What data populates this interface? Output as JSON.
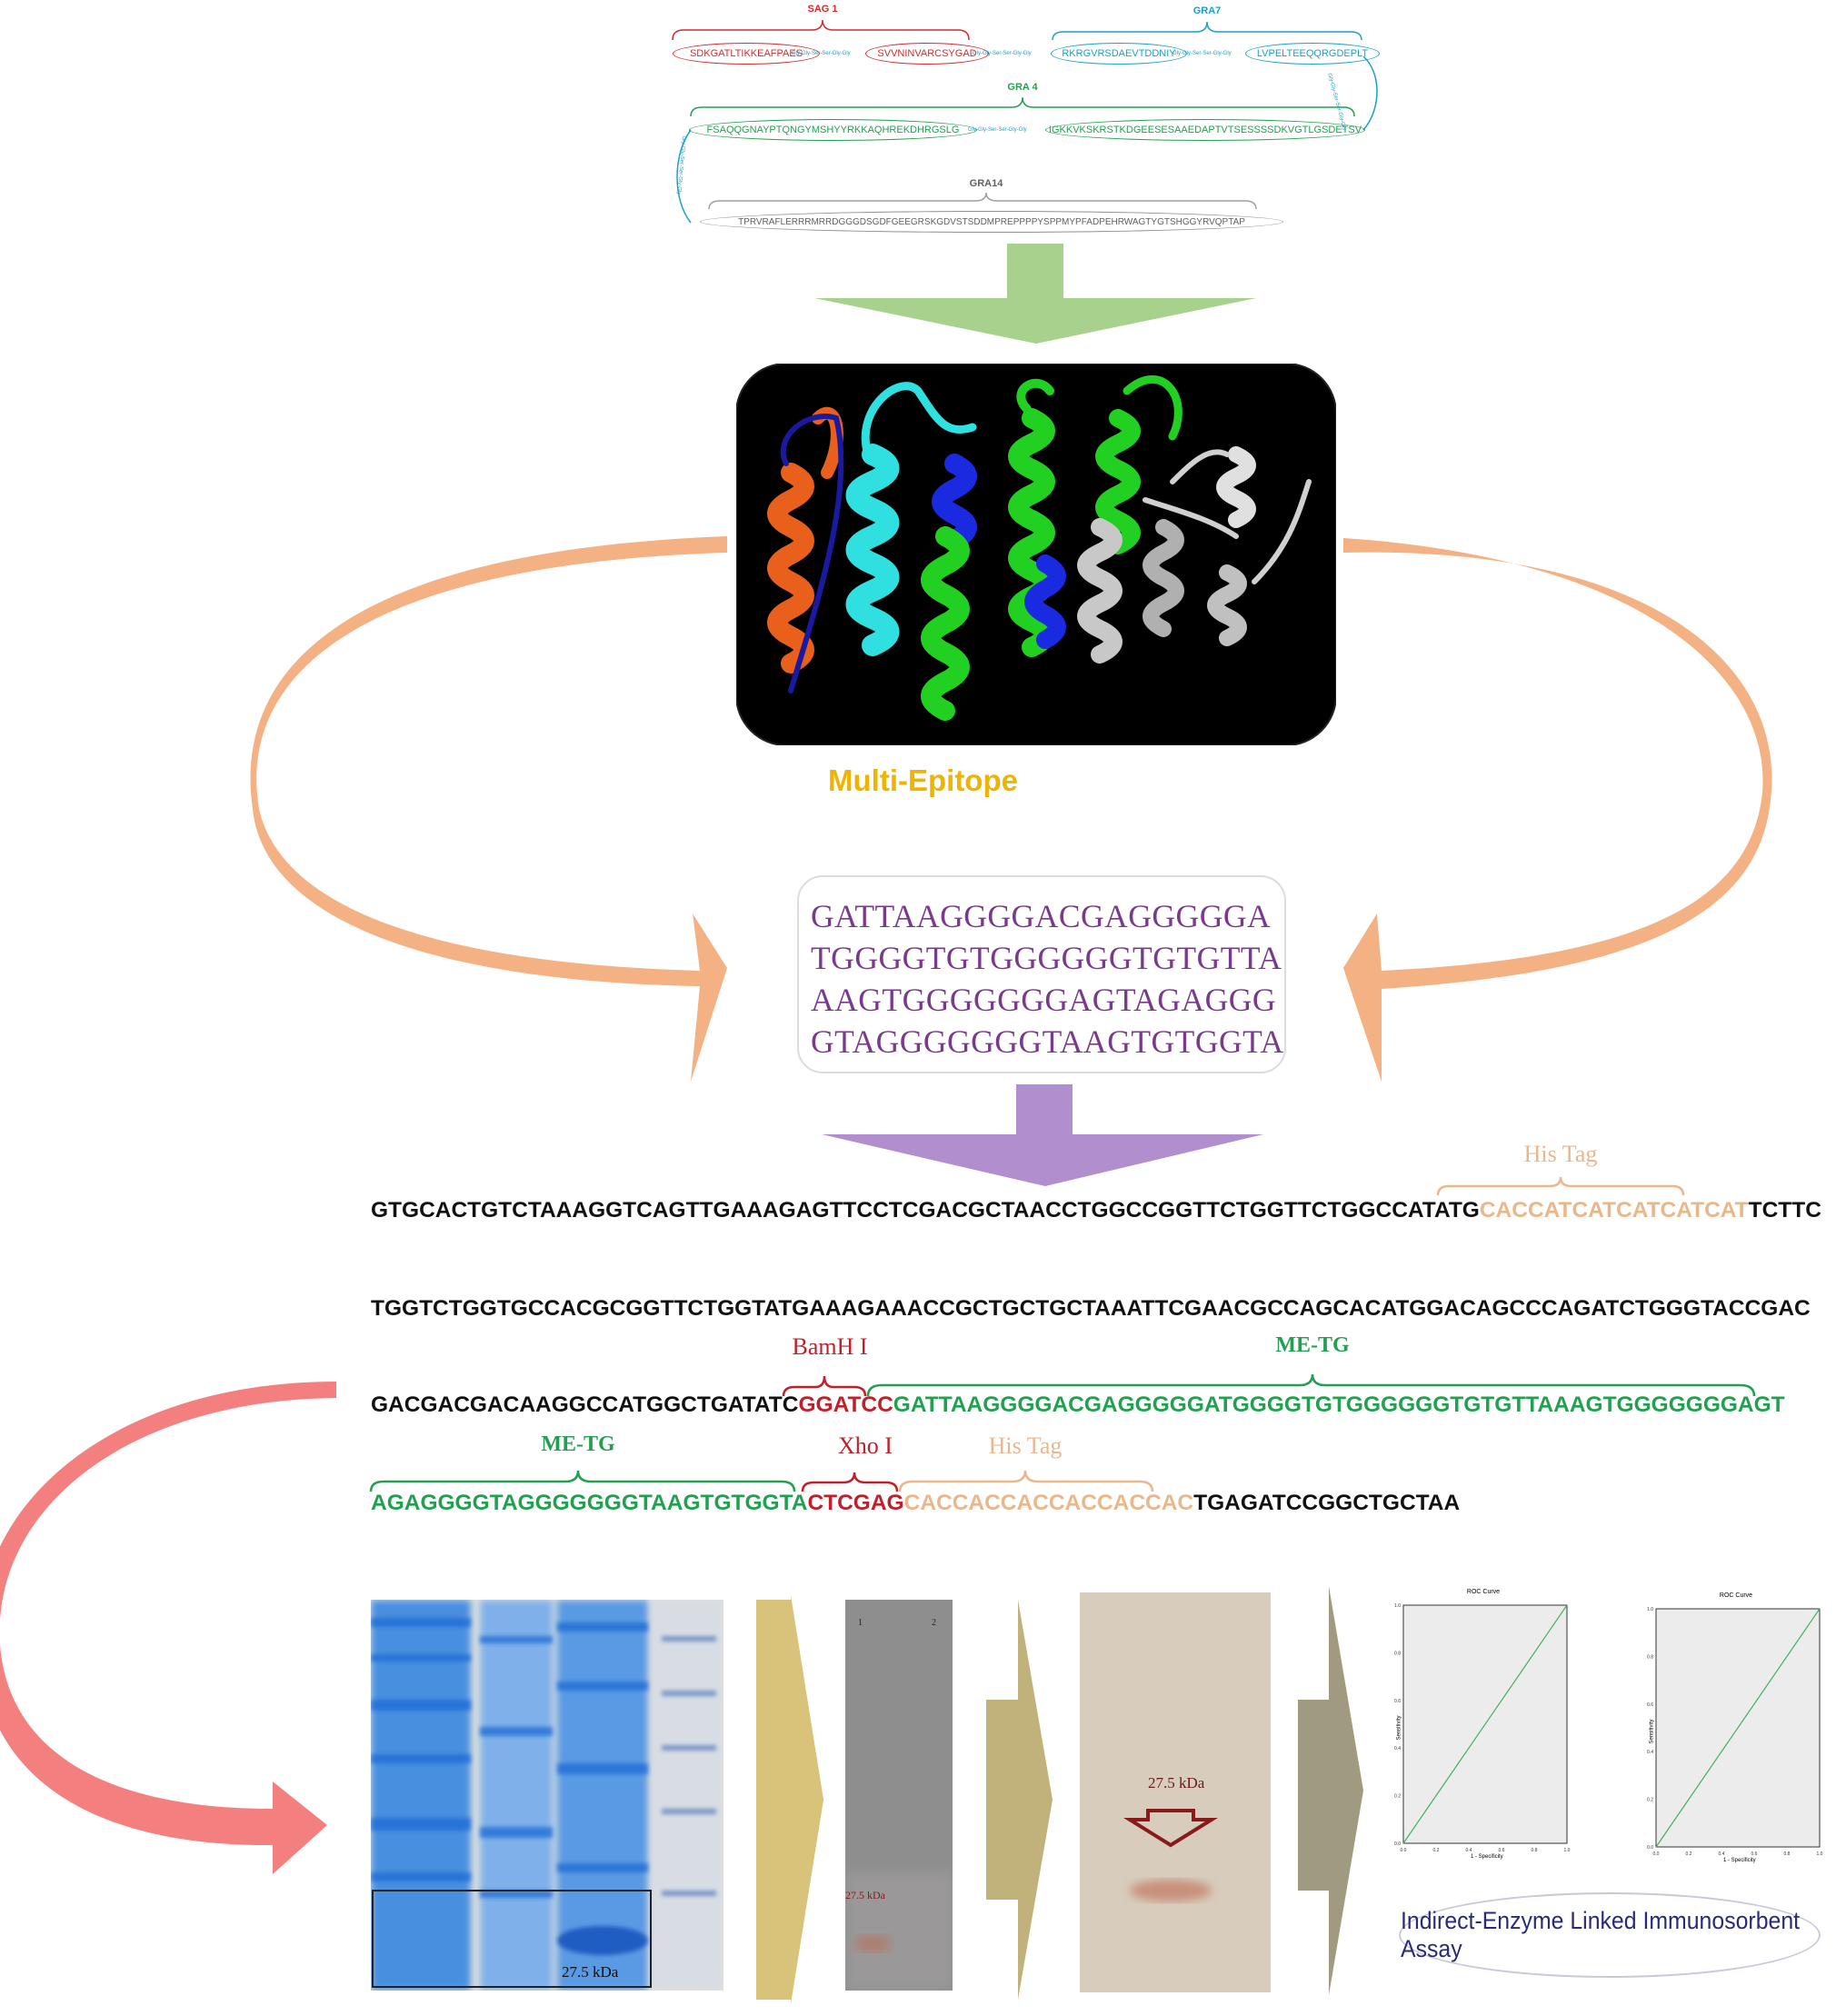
{
  "peptide_map": {
    "segments": [
      {
        "name": "SAG 1",
        "color": "#d42a2a"
      },
      {
        "name": "GRA7",
        "color": "#1aa0c8"
      },
      {
        "name": "GRA 4",
        "color": "#22a050"
      },
      {
        "name": "GRA14",
        "color": "#606060"
      }
    ],
    "peptides": [
      {
        "seq": "SDKGATLTIKKEAFPAES",
        "color": "#d42a2a"
      },
      {
        "seq": "SVVNINVARCSYGAD",
        "color": "#d42a2a"
      },
      {
        "seq": "RKRGVRSDAEVTDDNIY",
        "color": "#1aa0c8"
      },
      {
        "seq": "LVPELTEEQQRGDEPLT",
        "color": "#1aa0c8"
      },
      {
        "seq": "FSAQQGNAYPTQNGYMSHYYRKKAQHREKDHRGSLG",
        "color": "#22a050"
      },
      {
        "seq": "IGKKVKSKRSTKDGEESESAAEDAPTVTSESSSSDKVGTLGSDETSV",
        "color": "#22a050"
      },
      {
        "seq": "TPRVRAFLERRRMRRDGGGDSGDFGEEGRSKGDVSTSDDMPREPPPPYSPPMYPFADPEHRWAGTYGTSHGGYRVQPTAP",
        "color": "#606060"
      }
    ],
    "linkers": [
      "Gly-Gly-Ser-Ser-Gly-Gly",
      "Gly-Gly-Ser-Ser-Gly-Gly",
      "Gly-Gly-Ser-Ser-Gly-Gly",
      "Gly-Gly-Ser-Ser-Gly-Gly",
      "Gly-Gly-Ser-Ser-Gly-Gly",
      "Gly-Gly-Ser-Ser-Gly-Gly"
    ]
  },
  "multi_epitope_title": "Multi-Epitope",
  "sequence_box": {
    "lines": [
      "GATTAAGGGGACGAGGGGGA",
      "TGGGGTGTGGGGGGTGTGTTA",
      "AAGTGGGGGGGAGTAGAGGG",
      "GTAGGGGGGGTAAGTGTGGTA"
    ]
  },
  "construct": {
    "line1": [
      {
        "t": "GTGCACTGTCTAAAGGTCAGTTGAAAGAGTTCCTCGACGCTAACCTGGCCGGTTCTGGTTCTGGCCATATG",
        "c": "black"
      },
      {
        "t": "CACCATCATCATCATCAT",
        "c": "tan"
      },
      {
        "t": "TCTTC",
        "c": "black"
      }
    ],
    "line2": [
      {
        "t": "TGGTCTGGTGCCACGCGGTTCTGGTATGAAAGAAACCGCTGCTGCTAAATTCGAACGCCAGCACATGGACAGCCCAGATCTGGGTACCGAC",
        "c": "black"
      }
    ],
    "line3": [
      {
        "t": "GACGACGACAAGGCCATGGCTGATATC",
        "c": "black"
      },
      {
        "t": "GGATCC",
        "c": "red"
      },
      {
        "t": "GATTAAGGGGACGAGGGGGATGGGGTGTGGGGGGTGTGTTAAAGTGGGGGGGAGT",
        "c": "green"
      }
    ],
    "line4": [
      {
        "t": "AGAGGGGTAGGGGGGGTAAGTGTGGTA",
        "c": "green"
      },
      {
        "t": "CTCGAG",
        "c": "red"
      },
      {
        "t": "CACCACCACCACCACCAC",
        "c": "tan"
      },
      {
        "t": "TGAGATCCGGCTGCTAA",
        "c": "black"
      }
    ],
    "annotations": {
      "his_tag_1": "His Tag",
      "bamh1": "BamH I",
      "me_tg_1": "ME-TG",
      "me_tg_2": "ME-TG",
      "xho1": "Xho I",
      "his_tag_2": "His Tag"
    }
  },
  "gels": {
    "sds_band_label": "27.5 kDa",
    "western_lanes": [
      "1",
      "2"
    ],
    "western_band_label": "27.5 kDa",
    "blot_band_label": "27.5 kDa"
  },
  "roc": {
    "panels": [
      {
        "title": "ROC Curve",
        "ylabel": "Sensitivity",
        "xlabel": "1 - Specificity",
        "xticks": [
          "0.0",
          "0.2",
          "0.4",
          "0.6",
          "0.8",
          "1.0"
        ],
        "yticks": [
          "0.0",
          "0.2",
          "0.4",
          "0.6",
          "0.8",
          "1.0"
        ]
      },
      {
        "title": "ROC Curve",
        "ylabel": "Sensitivity",
        "xlabel": "1 - Specificity",
        "xticks": [
          "0.0",
          "0.2",
          "0.4",
          "0.6",
          "0.8",
          "1.0"
        ],
        "yticks": [
          "0.0",
          "0.2",
          "0.4",
          "0.6",
          "0.8",
          "1.0"
        ]
      }
    ]
  },
  "elisa_label": "Indirect-Enzyme Linked Immunosorbent Assay",
  "colors": {
    "green_arrow": "#a9d18e",
    "purple_arrow": "#b18fce",
    "peach_arc": "#f4b183",
    "pink_arrow": "#f47f7f",
    "gold_chevron": "#d9c27a",
    "olive_chevron": "#c1b27c",
    "gray_chevron": "#a09a80",
    "title_gold": "#f0b400"
  }
}
